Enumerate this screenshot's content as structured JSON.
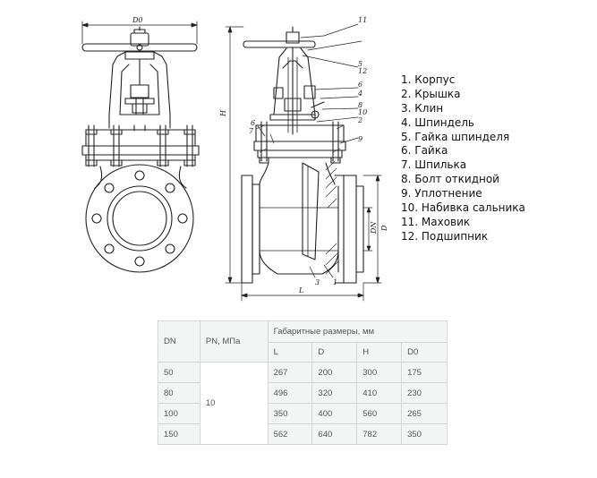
{
  "drawing": {
    "dim_labels": [
      "D0",
      "H",
      "L",
      "D",
      "DN"
    ],
    "callouts": [
      "1",
      "2",
      "3",
      "4",
      "5",
      "6",
      "7",
      "8",
      "9",
      "10",
      "11",
      "12"
    ]
  },
  "parts": [
    "1. Корпус",
    "2. Крышка",
    "3. Клин",
    "4. Шпиндель",
    "5. Гайка шпинделя",
    "6. Гайка",
    "7. Шпилька",
    "8. Болт откидной",
    "9. Уплотнение",
    "10. Набивка сальника",
    "11. Маховик",
    "12. Подшипник"
  ],
  "spec_table": {
    "header": {
      "dn": "DN",
      "pn": "PN, МПа",
      "group": "Габаритные размеры, мм",
      "cols": [
        "L",
        "D",
        "H",
        "D0"
      ]
    },
    "pn_value": "10",
    "rows": [
      {
        "dn": "50",
        "values": [
          "267",
          "200",
          "300",
          "175"
        ]
      },
      {
        "dn": "80",
        "values": [
          "496",
          "320",
          "410",
          "230"
        ]
      },
      {
        "dn": "100",
        "values": [
          "350",
          "400",
          "560",
          "265"
        ]
      },
      {
        "dn": "150",
        "values": [
          "562",
          "640",
          "782",
          "350"
        ]
      }
    ]
  },
  "colors": {
    "line": "#222222",
    "table_border": "#d7d7d7",
    "header_bg": "#f2f5f3"
  }
}
